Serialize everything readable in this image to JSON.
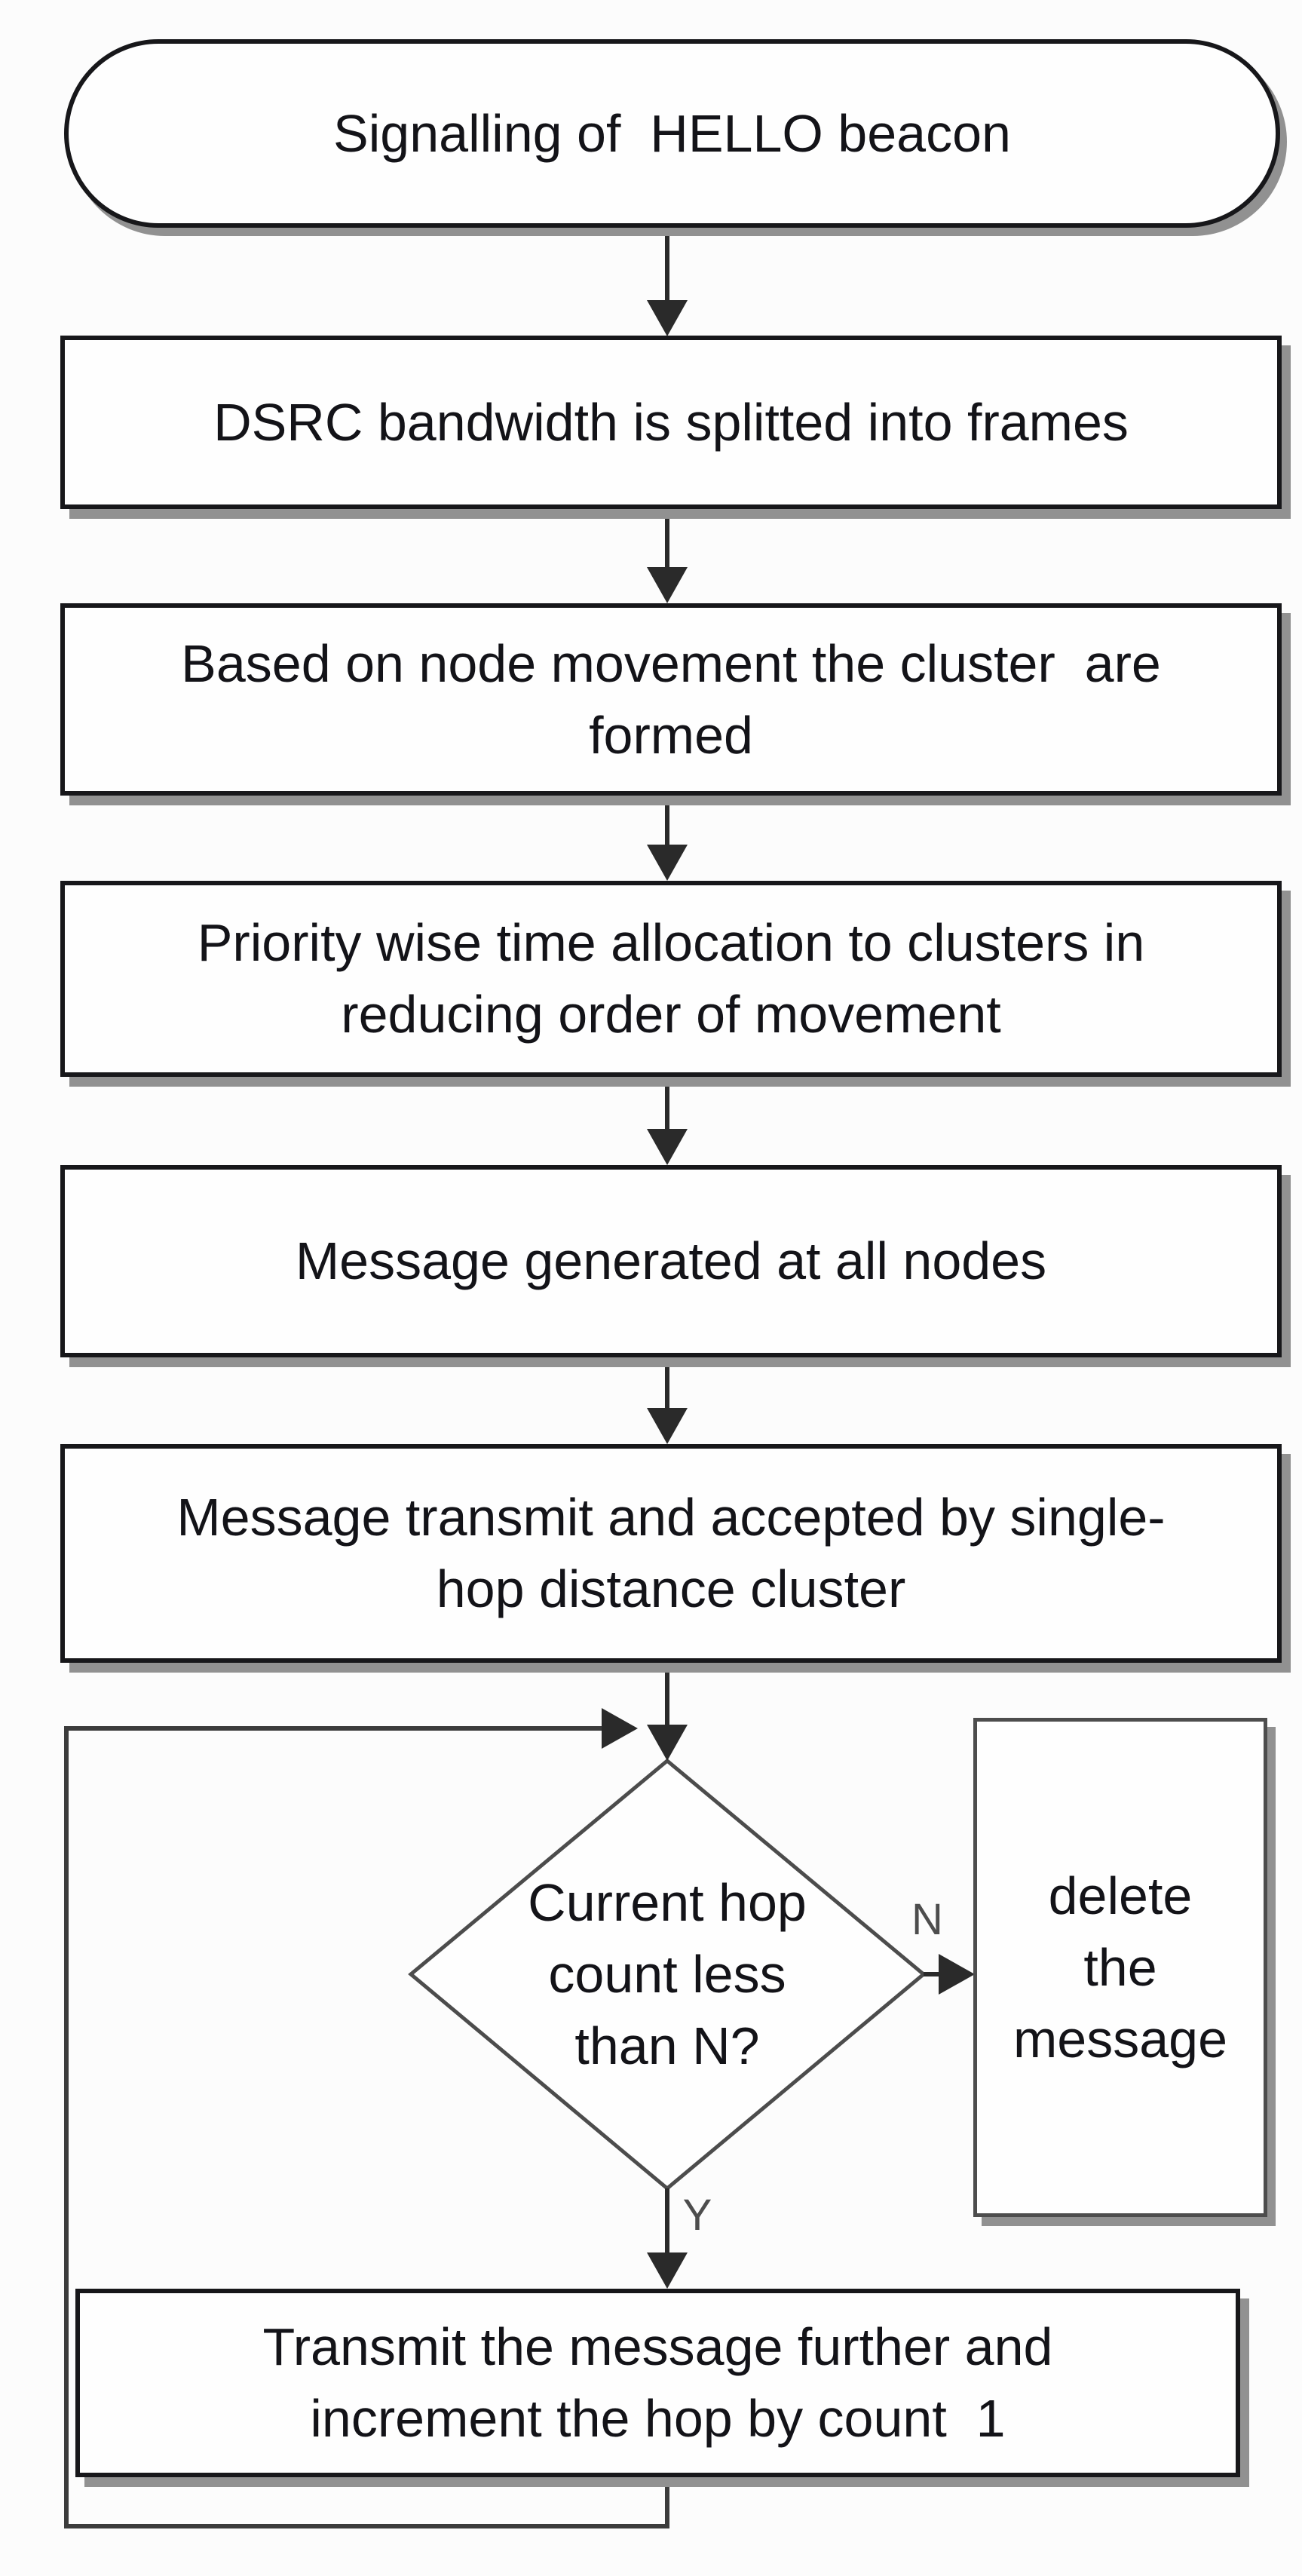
{
  "diagram": {
    "type": "flowchart"
  },
  "nodes": {
    "start": {
      "shape": "terminator",
      "lines": [
        "Signalling of  HELLO beacon"
      ]
    },
    "split_frames": {
      "shape": "process",
      "lines": [
        "DSRC bandwidth is splitted into frames"
      ]
    },
    "cluster_formation": {
      "shape": "process",
      "lines": [
        "Based on node movement the cluster  are",
        "formed"
      ]
    },
    "priority_allocation": {
      "shape": "process",
      "lines": [
        "Priority wise time allocation to clusters in",
        "reducing order of movement"
      ]
    },
    "message_generated": {
      "shape": "process",
      "lines": [
        "Message generated at all nodes"
      ]
    },
    "message_transmit": {
      "shape": "process",
      "lines": [
        "Message transmit and accepted by single-",
        "hop distance cluster"
      ]
    },
    "hop_decision": {
      "shape": "decision",
      "lines": [
        "Current hop",
        "count less",
        "than N?"
      ]
    },
    "delete_message": {
      "shape": "process",
      "lines": [
        "delete",
        "the",
        "message"
      ]
    },
    "transmit_further": {
      "shape": "process",
      "lines": [
        "Transmit the message further and",
        "increment the hop by count  1"
      ]
    }
  },
  "edge_labels": {
    "no": "N",
    "yes": "Y"
  },
  "edges": [
    {
      "from": "start",
      "to": "split_frames",
      "label": ""
    },
    {
      "from": "split_frames",
      "to": "cluster_formation",
      "label": ""
    },
    {
      "from": "cluster_formation",
      "to": "priority_allocation",
      "label": ""
    },
    {
      "from": "priority_allocation",
      "to": "message_generated",
      "label": ""
    },
    {
      "from": "message_generated",
      "to": "message_transmit",
      "label": ""
    },
    {
      "from": "message_transmit",
      "to": "hop_decision",
      "label": ""
    },
    {
      "from": "hop_decision",
      "to": "delete_message",
      "label": "N"
    },
    {
      "from": "hop_decision",
      "to": "transmit_further",
      "label": "Y"
    },
    {
      "from": "transmit_further",
      "to": "hop_decision",
      "label": "",
      "type": "loop-back"
    }
  ],
  "colors": {
    "line": "#2a2a2a",
    "border": "#17171a",
    "shadow": "#919191",
    "text": "#131318",
    "bg": "#fcfcfc",
    "node_bg": "#fefefe",
    "diamond_stroke": "#4c4c4c",
    "muted": "#4d4d4d"
  }
}
